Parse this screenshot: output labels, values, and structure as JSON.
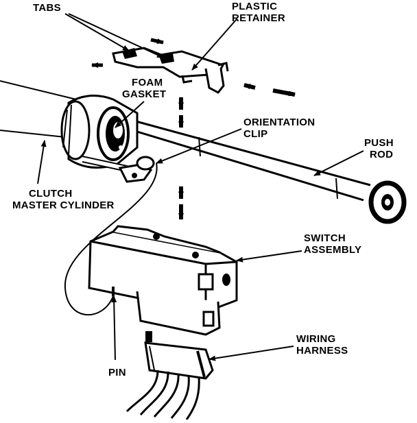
{
  "labels": {
    "tabs": "TABS",
    "plastic_retainer": [
      "PLASTIC",
      "RETAINER"
    ],
    "foam_gasket": [
      "FOAM",
      "GASKET"
    ],
    "orientation_clip": [
      "ORIENTATION",
      "CLIP"
    ],
    "push_rod": [
      "PUSH",
      "ROD"
    ],
    "clutch_master_cylinder": [
      "CLUTCH",
      "MASTER CYLINDER"
    ],
    "switch_assembly": [
      "SWITCH",
      "ASSEMBLY"
    ],
    "wiring_harness": [
      "WIRING",
      "HARNESS"
    ],
    "pin": "PIN"
  }
}
